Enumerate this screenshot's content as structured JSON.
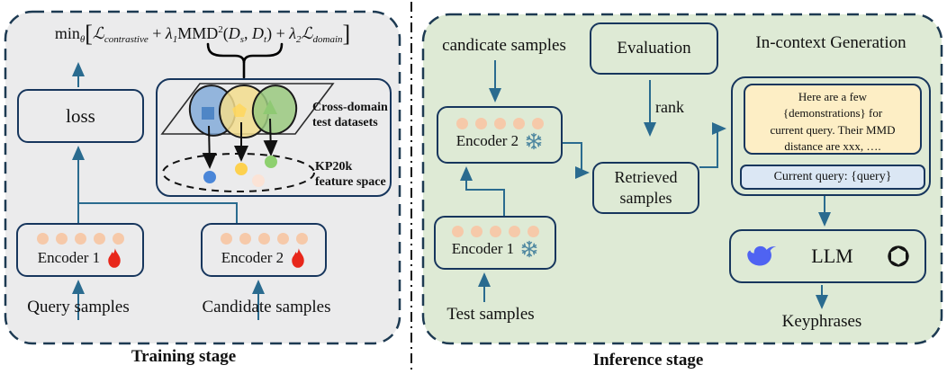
{
  "figure": {
    "type": "method-overview-diagram",
    "left_panel_caption": "Training stage",
    "right_panel_caption": "Inference stage"
  },
  "left_panel": {
    "caption": "Training stage",
    "formula": {
      "parts": [
        {
          "t": "min"
        },
        {
          "t": "θ"
        },
        {
          "t": "["
        },
        {
          "t": "ℒ"
        },
        {
          "t": "contrastive"
        },
        {
          "t": " + "
        },
        {
          "t": "λ"
        },
        {
          "t": "1"
        },
        {
          "t": "MMD"
        },
        {
          "t": "2"
        },
        {
          "t": "("
        },
        {
          "t": "D"
        },
        {
          "t": "s"
        },
        {
          "t": ", "
        },
        {
          "t": "D"
        },
        {
          "t": "t"
        },
        {
          "t": ")"
        },
        {
          "t": " + "
        },
        {
          "t": "λ"
        },
        {
          "t": "2"
        },
        {
          "t": "ℒ"
        },
        {
          "t": "domain"
        },
        {
          "t": "]"
        }
      ]
    },
    "loss_label": "loss",
    "cross_domain_label_line1": "Cross-domain",
    "cross_domain_label_line2": "test datasets",
    "kp20k_label_line1": "KP20k",
    "kp20k_label_line2": "feature space",
    "encoder1_label": "Encoder 1",
    "encoder2_label": "Encoder 2",
    "query_samples_label": "Query samples",
    "candidate_samples_label": "Candidate samples"
  },
  "right_panel": {
    "caption": "Inference stage",
    "candicate_samples_label": "candicate samples",
    "evaluation_label": "Evaluation",
    "rank_label": "rank",
    "incontext_title": "In-context Generation",
    "encoder2_label": "Encoder 2",
    "encoder1_label": "Encoder 1",
    "retrieved_line1": "Retrieved",
    "retrieved_line2": "samples",
    "prompt_lines": [
      "Here are a few",
      "{demonstrations} for",
      "current query. Their MMD",
      "distance are xxx, …."
    ],
    "current_query_label": "Current query: {query}",
    "llm_label": "LLM",
    "keyphrases_label": "Keyphrases",
    "test_samples_label": "Test samples"
  },
  "icons": {
    "trainable_encoder": "flame",
    "frozen_encoder": "snowflake",
    "llm_left": "deepseek-whale",
    "llm_right": "openai-knot"
  },
  "colors": {
    "training_bg": "#ebebec",
    "inference_bg": "#deead5",
    "panel_border": "#1d3a52",
    "box_border": "#17365d",
    "arrow": "#2a6b8f",
    "embedding_dot": "#f6c9a9",
    "flame": "#e8271b",
    "snowflake": "#4e87a0",
    "ellipse_blue": "#7da7d8",
    "ellipse_yellow": "#f3dd8d",
    "ellipse_green": "#9ac97f",
    "marker_blue": "#4f86c6",
    "marker_yellow": "#ffd75e",
    "marker_green": "#8fc973",
    "dot_blue": "#4a86d8",
    "dot_yellow": "#fdd14f",
    "dot_green": "#8ed06f",
    "dot_pink": "#fbe3d6",
    "prompt_bg": "#fdeec5",
    "query_bg": "#dbe7f4",
    "whale": "#4f63f2",
    "openai": "#141414"
  }
}
